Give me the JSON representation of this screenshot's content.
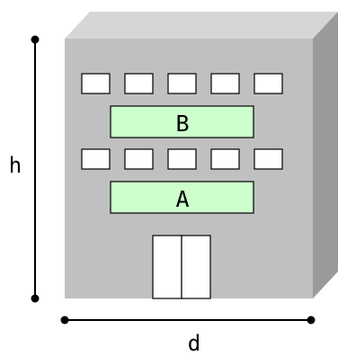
{
  "labels": {
    "height": "h",
    "depth": "d",
    "sign_upper": "B",
    "sign_lower": "A"
  },
  "colors": {
    "building_front": "#c0c0c0",
    "building_top": "#d6d6d6",
    "building_side": "#9a9a9a",
    "window_fill": "#ffffff",
    "sign_fill": "#ccffcc",
    "outline": "#000000"
  }
}
